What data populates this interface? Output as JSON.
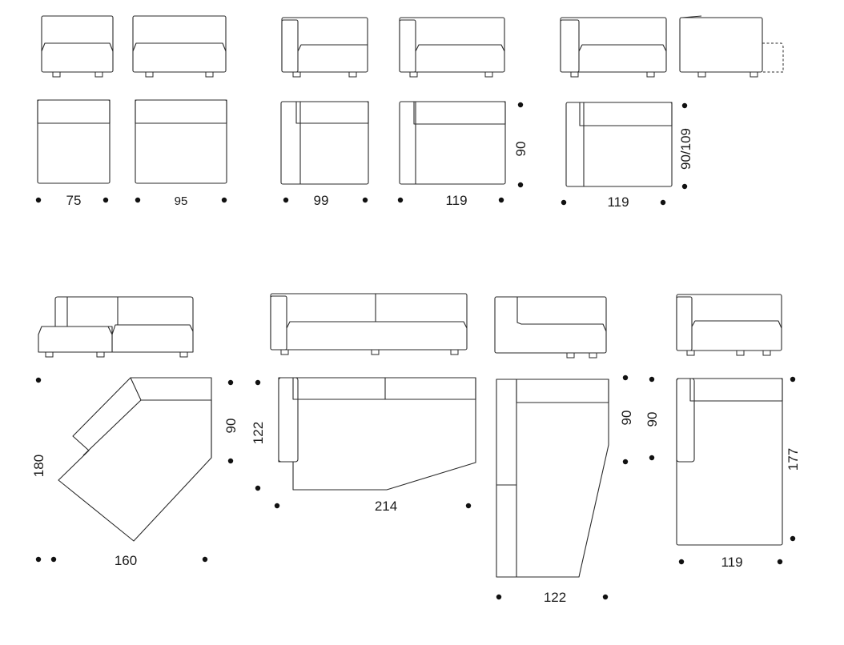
{
  "diagram": {
    "top_row_widths": {
      "module_75": "75",
      "module_95": "95",
      "module_99": "99",
      "module_119": "119",
      "module_119_deep": "119"
    },
    "top_row_depths": {
      "module_119": "90",
      "module_119_deep": "90/109"
    },
    "bottom_row": {
      "corner": {
        "width": "160",
        "depth": "180",
        "side": "90"
      },
      "chaise": {
        "width": "214",
        "depth": "122"
      },
      "angled": {
        "width": "122",
        "side": "90"
      },
      "long": {
        "width": "119",
        "depth": "177",
        "side": "90"
      }
    }
  }
}
